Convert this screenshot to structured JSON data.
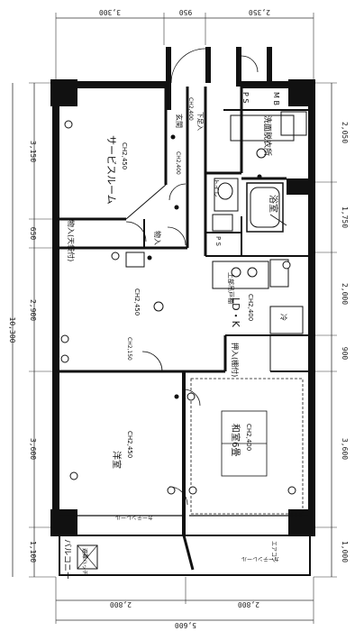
{
  "dimensions": {
    "top": [
      "3,300",
      "950",
      "2,350"
    ],
    "bottom_split": [
      "2,800",
      "2,800"
    ],
    "bottom_total": "5,600",
    "left_total": "10,300",
    "left": [
      "3,150",
      "650",
      "2,900",
      "3,600",
      "1,100"
    ],
    "right": [
      "2,050",
      "1,750",
      "2,000",
      "900",
      "3,600",
      "1,000"
    ]
  },
  "rooms": {
    "service_room": {
      "name": "サービスルーム",
      "ch": "CH2,450"
    },
    "entrance": {
      "name": "玄関",
      "ch": "CH2,400"
    },
    "shoe_box": {
      "name": "下足入"
    },
    "hall_ch": "CH2,400",
    "closet_top": {
      "name": "物入(天袋付)"
    },
    "storage": {
      "name": "物入"
    },
    "wash": {
      "name": "洗面脱衣所"
    },
    "bath": {
      "name": "浴室"
    },
    "toilet": {
      "name": "トイレ"
    },
    "ldk": {
      "name": "LD・K",
      "ch": "CH2,450"
    },
    "kitchen_ch": "CH2,400",
    "upper_cabinet": "上部吊戸棚",
    "fridge": "冷",
    "closet_mid": {
      "name": "押入(棚付)"
    },
    "beam_ch_mid": "CH2,150",
    "washitsu": {
      "name": "和室6畳",
      "ch": "CH2,400"
    },
    "yoshitsu": {
      "name": "洋室",
      "ch": "CH2,450"
    },
    "balcony": {
      "name": "バルコニー"
    },
    "evac": {
      "name": "避難ハッチ"
    },
    "curtain_rail": "カーテンレール",
    "ps_mb": "P S",
    "mb": "M B",
    "ps2": "P S",
    "ac_unit": "エアコン"
  }
}
